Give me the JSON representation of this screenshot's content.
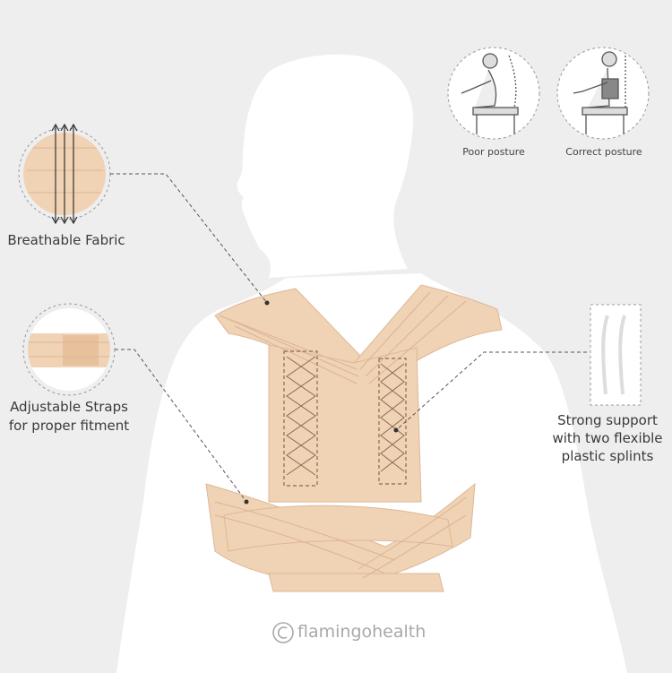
{
  "labels": {
    "breathable_fabric": "Breathable Fabric",
    "adjustable_straps_line1": "Adjustable Straps",
    "adjustable_straps_line2": "for proper fitment",
    "strong_support_line1": "Strong support",
    "strong_support_line2": "with two flexible",
    "strong_support_line3": "plastic splints",
    "poor_posture": "Poor posture",
    "correct_posture": "Correct posture"
  },
  "brand": {
    "logo_text": "flamingohealth"
  },
  "colors": {
    "background": "#eeeeee",
    "body": "#ffffff",
    "brace": "#f0d2b4",
    "brace_shadow": "#ddb897",
    "stitch": "#8a6a55"
  },
  "icons": [
    "copyright-icon"
  ]
}
